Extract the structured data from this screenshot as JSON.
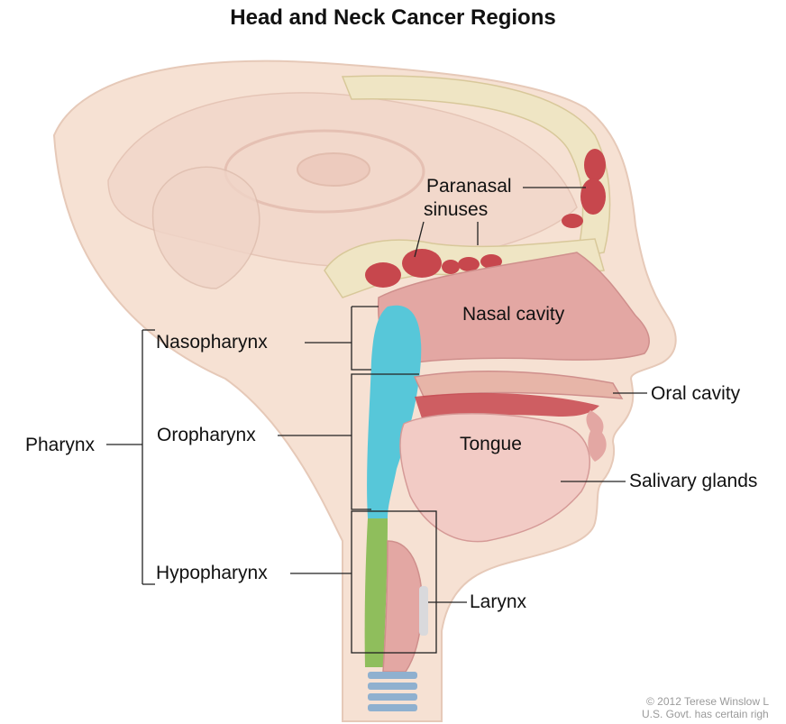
{
  "title": "Head and Neck Cancer Regions",
  "labels": {
    "paranasal_line1": "Paranasal",
    "paranasal_line2": "sinuses",
    "nasal_cavity": "Nasal cavity",
    "oral_cavity": "Oral cavity",
    "tongue": "Tongue",
    "salivary_glands": "Salivary glands",
    "larynx": "Larynx",
    "pharynx": "Pharynx",
    "nasopharynx": "Nasopharynx",
    "oropharynx": "Oropharynx",
    "hypopharynx": "Hypopharynx"
  },
  "credit": {
    "line1": "© 2012 Terese Winslow L",
    "line2": "U.S. Govt. has certain righ"
  },
  "colors": {
    "skin": "#f6e1d3",
    "tissue_pink": "#e3a7a3",
    "cavity_red": "#c7474d",
    "pharynx_blue": "#57c7d9",
    "esophagus_green": "#8fbe5c",
    "bone": "#efe5c4",
    "trachea_blue": "#8fb0cf"
  }
}
